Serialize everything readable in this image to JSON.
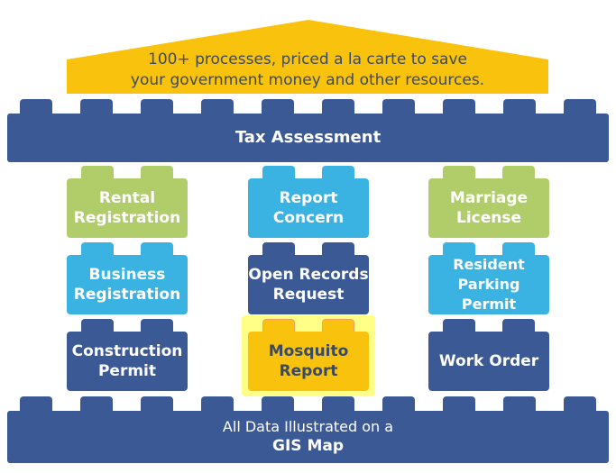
{
  "roof": {
    "line1": "100+ processes, priced a la carte to save",
    "line2": "your government money and other resources.",
    "color": "#f9c20c"
  },
  "beam": {
    "label": "Tax Assessment",
    "color": "#3b5995"
  },
  "base": {
    "line1": "All Data Illustrated on a",
    "line2": "GIS Map",
    "color": "#3b5995"
  },
  "colors": {
    "green": "#b1cd69",
    "cyan": "#3ab3e3",
    "navy": "#3b5995",
    "yellow": "#f9c20c",
    "highlight": "#ffff88",
    "text_light": "#ffffff",
    "text_dark": "#3b4a63"
  },
  "columns": {
    "left": [
      {
        "line1": "Rental",
        "line2": "Registration"
      },
      {
        "line1": "Business",
        "line2": "Registration"
      },
      {
        "line1": "Construction",
        "line2": "Permit"
      }
    ],
    "center": [
      {
        "line1": "Report",
        "line2": "Concern"
      },
      {
        "line1": "Open Records",
        "line2": "Request"
      },
      {
        "line1": "Mosquito",
        "line2": "Report"
      }
    ],
    "right": [
      {
        "line1": "Marriage",
        "line2": "License"
      },
      {
        "line1": "Resident",
        "line2": "Parking Permit"
      },
      {
        "line1": "Work Order",
        "line2": ""
      }
    ]
  }
}
